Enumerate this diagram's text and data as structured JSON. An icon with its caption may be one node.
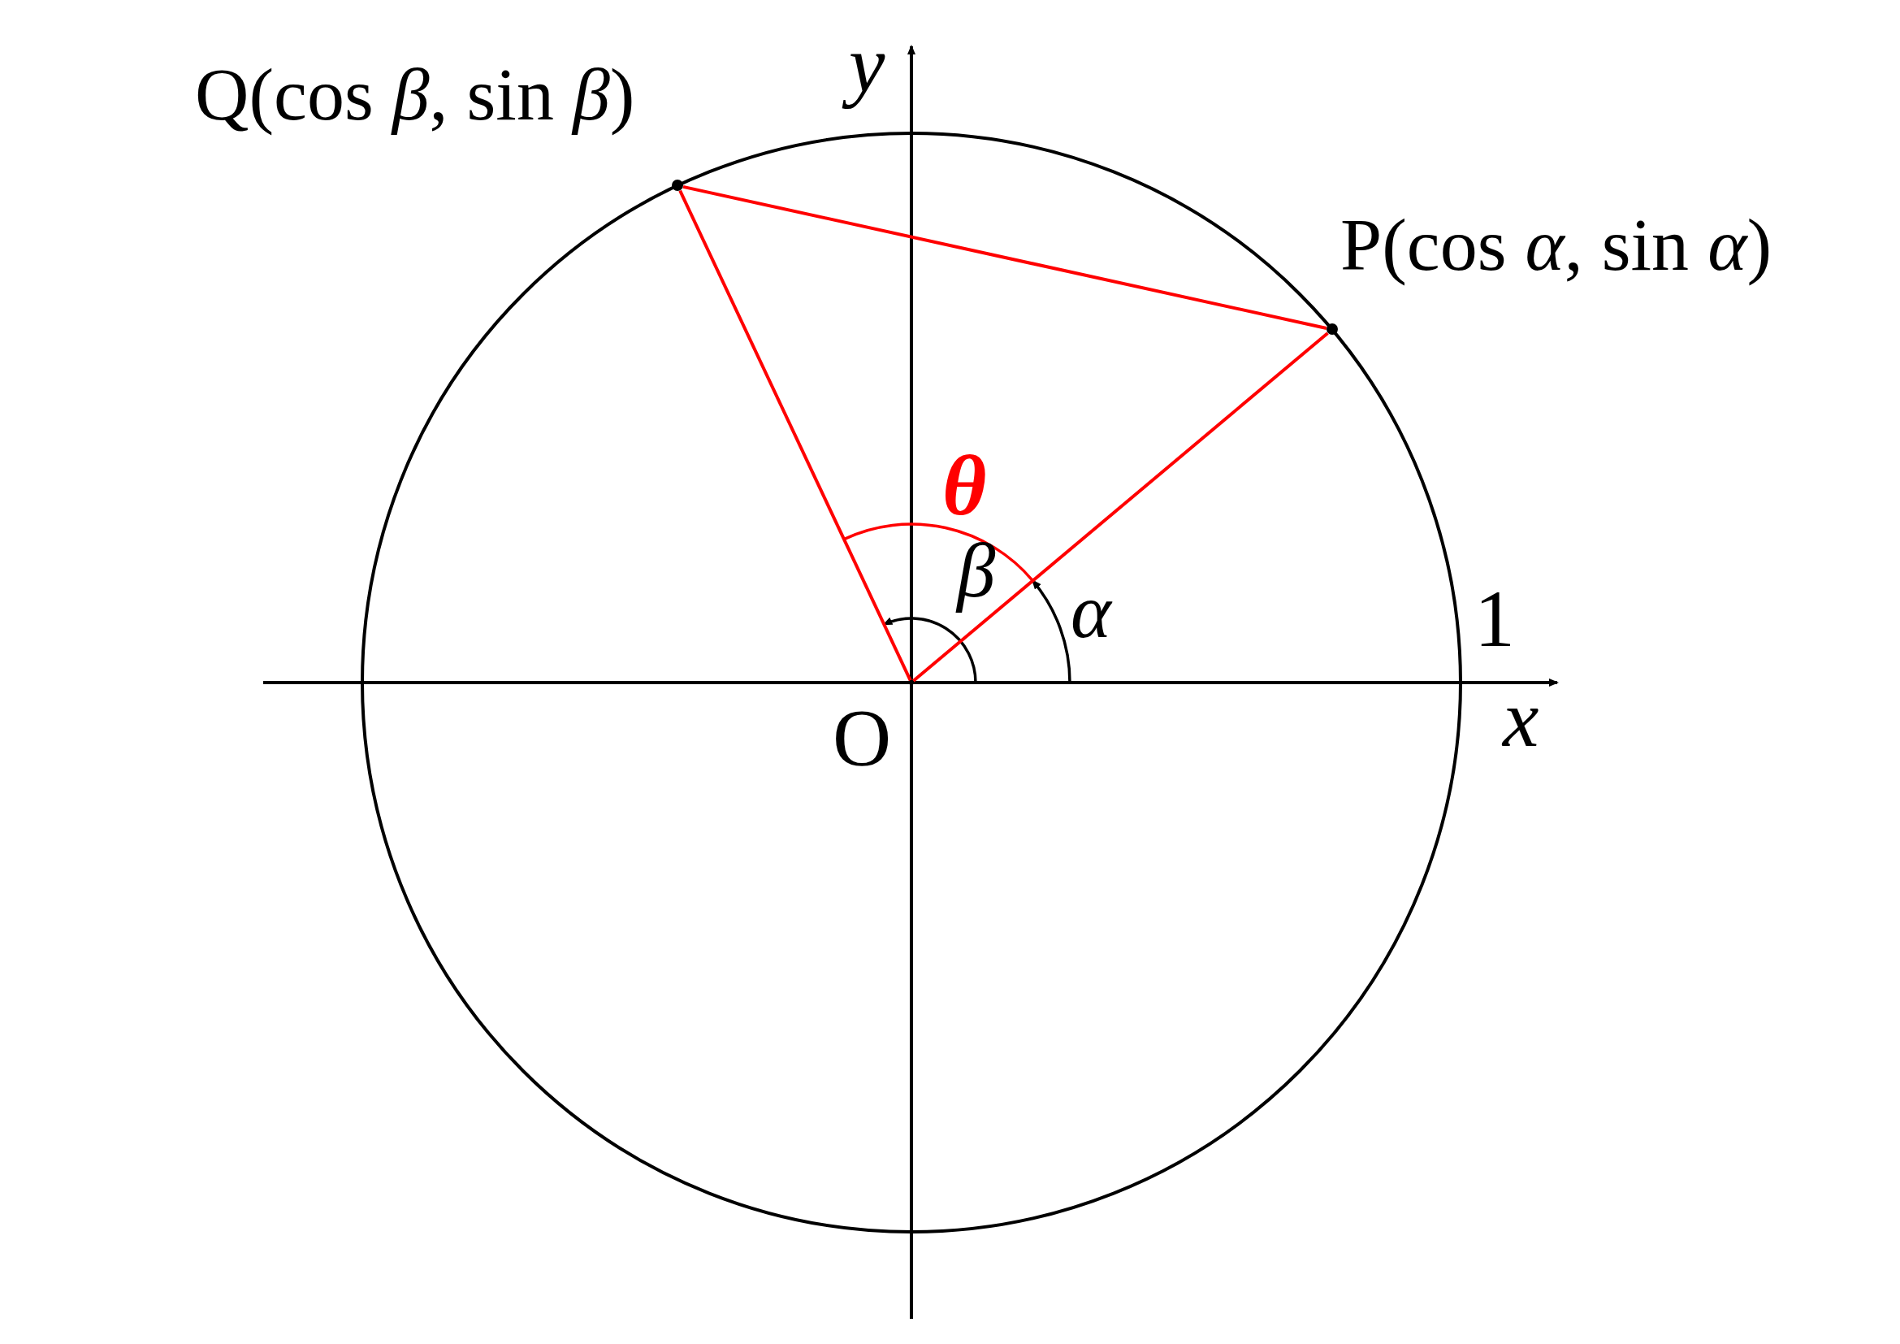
{
  "diagram": {
    "nodes": [
      {
        "text": [],
        "shape": "circle",
        "beside": [
          "P(cos *α*, sin *α*)"
        ]
      },
      {
        "text": [],
        "shape": "circle",
        "beside": [
          "Q(cos *β*, sin *β*)"
        ]
      },
      {
        "text": [],
        "shape": "point",
        "beside": [
          "O"
        ]
      }
    ],
    "edges": [
      {
        "from": 2,
        "to": 0,
        "arrow": "none",
        "color": "#ff0000"
      },
      {
        "from": 2,
        "to": 1,
        "arrow": "none",
        "color": "#ff0000"
      },
      {
        "from": 1,
        "to": 0,
        "arrow": "none",
        "color": "#ff0000"
      }
    ],
    "labels": [
      "y",
      "x",
      "1",
      "θ",
      "β",
      "α"
    ]
  }
}
